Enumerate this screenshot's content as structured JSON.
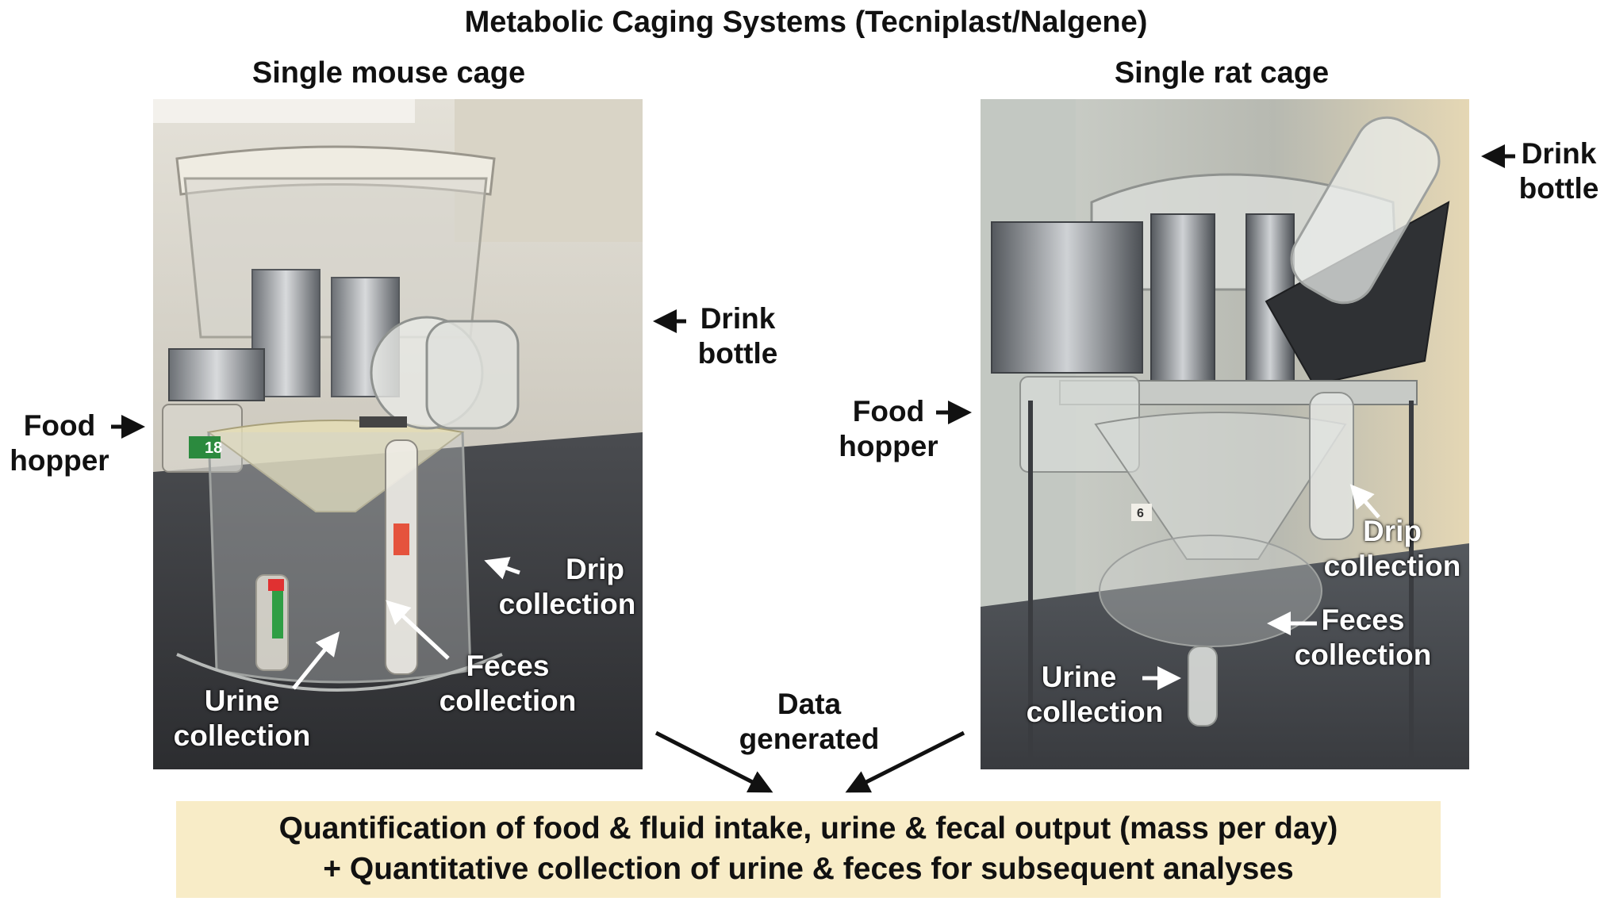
{
  "title": "Metabolic Caging Systems (Tecniplast/Nalgene)",
  "panels": {
    "mouse": {
      "title": "Single mouse cage",
      "photo_tag": "18",
      "labels": {
        "food_hopper": [
          "Food",
          "hopper"
        ],
        "drink_bottle": [
          "Drink",
          "bottle"
        ],
        "drip_collection": [
          "Drip",
          "collection"
        ],
        "feces_collection": [
          "Feces",
          "collection"
        ],
        "urine_collection": [
          "Urine",
          "collection"
        ]
      }
    },
    "rat": {
      "title": "Single rat cage",
      "photo_tag": "6",
      "labels": {
        "drink_bottle": [
          "Drink",
          "bottle"
        ],
        "food_hopper": [
          "Food",
          "hopper"
        ],
        "drip_collection": [
          "Drip",
          "collection"
        ],
        "feces_collection": [
          "Feces",
          "collection"
        ],
        "urine_collection": [
          "Urine",
          "collection"
        ]
      }
    }
  },
  "data_generated": [
    "Data",
    "generated"
  ],
  "summary": [
    "Quantification of food & fluid intake, urine & fecal output (mass per day)",
    "+ Quantitative collection of urine & feces for subsequent analyses"
  ],
  "colors": {
    "summary_bg": "#f8ecc7",
    "label_dark": "#111111",
    "label_light": "#ffffff"
  }
}
